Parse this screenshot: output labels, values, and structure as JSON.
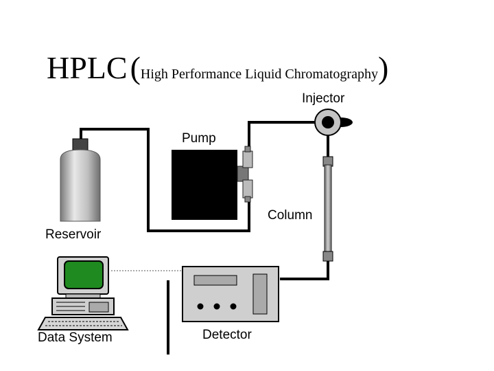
{
  "title": {
    "main": "HPLC",
    "open_paren": "(",
    "subtitle": "High Performance Liquid Chromatography",
    "close_paren": ")"
  },
  "labels": {
    "injector": "Injector",
    "pump": "Pump",
    "column": "Column",
    "reservoir": "Reservoir",
    "data_system": "Data System",
    "detector": "Detector"
  },
  "colors": {
    "line": "#000000",
    "pump_body": "#000000",
    "reservoir_light": "#d9d9d9",
    "reservoir_dark": "#8a8a8a",
    "monitor_screen": "#1f8a1f",
    "device_gray": "#c8c8c8"
  }
}
